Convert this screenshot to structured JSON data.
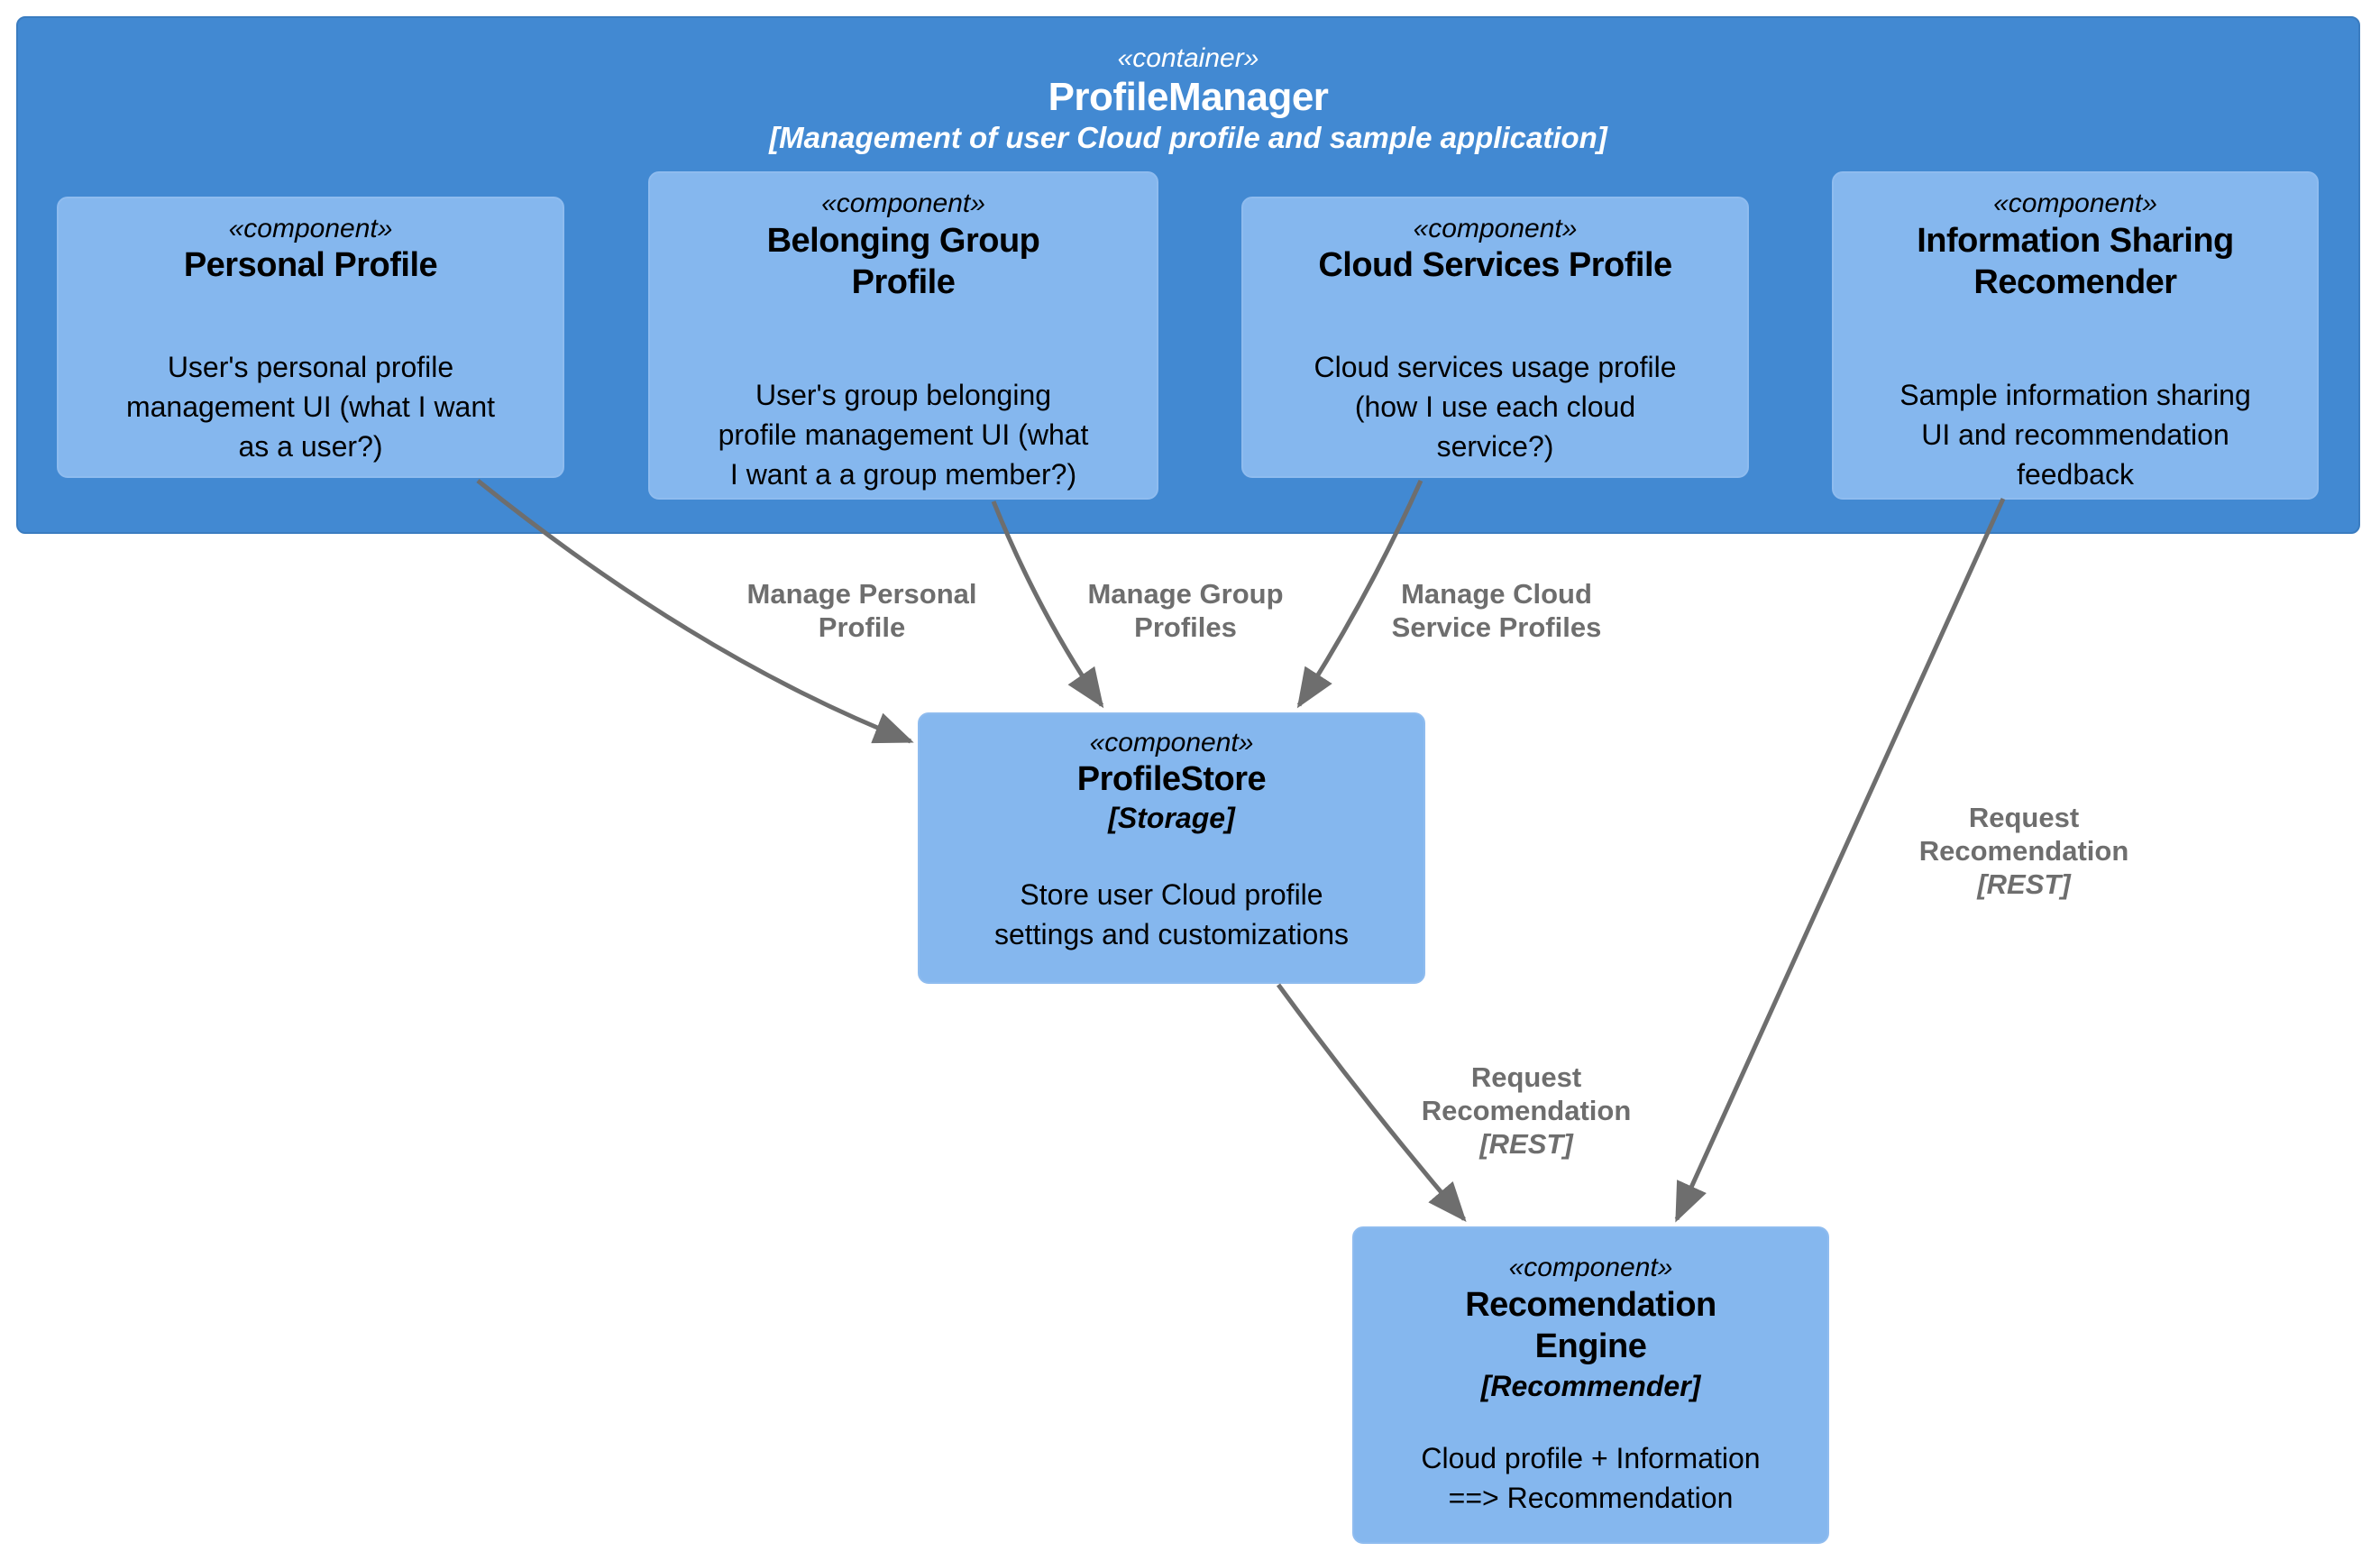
{
  "colors": {
    "container_fill": "#4289d2",
    "container_border": "#3a7cc0",
    "component_fill": "#85b7ee",
    "arrow_gray": "#6e6e6e",
    "component_text": "#000000",
    "container_text": "#ffffff"
  },
  "container": {
    "stereotype": "«container»",
    "title": "ProfileManager",
    "subtitle": "[Management of user Cloud profile and sample application]"
  },
  "components": {
    "personal_profile": {
      "stereotype": "«component»",
      "title_lines": [
        "Personal Profile"
      ],
      "body_lines": [
        "User's personal profile",
        "management UI (what I want",
        "as a user?)"
      ]
    },
    "belonging_group_profile": {
      "stereotype": "«component»",
      "title_lines": [
        "Belonging Group",
        "Profile"
      ],
      "body_lines": [
        "User's group belonging",
        "profile management UI (what",
        "I want a a group member?)"
      ]
    },
    "cloud_services_profile": {
      "stereotype": "«component»",
      "title_lines": [
        "Cloud Services Profile"
      ],
      "body_lines": [
        "Cloud services usage profile",
        "(how I use each cloud",
        "service?)"
      ]
    },
    "information_sharing_recomender": {
      "stereotype": "«component»",
      "title_lines": [
        "Information Sharing",
        "Recomender"
      ],
      "body_lines": [
        "Sample information sharing",
        "UI and recommendation",
        "feedback"
      ]
    },
    "profile_store": {
      "stereotype": "«component»",
      "title_lines": [
        "ProfileStore"
      ],
      "type_label": "[Storage]",
      "body_lines": [
        "Store user Cloud profile",
        "settings and customizations"
      ]
    },
    "recommendation_engine": {
      "stereotype": "«component»",
      "title_lines": [
        "Recomendation",
        "Engine"
      ],
      "type_label": "[Recommender]",
      "body_lines": [
        "Cloud profile + Information",
        "==> Recommendation"
      ]
    }
  },
  "edges": {
    "manage_personal_profile": {
      "label_lines": [
        "Manage Personal",
        "Profile"
      ]
    },
    "manage_group_profiles": {
      "label_lines": [
        "Manage Group",
        "Profiles"
      ]
    },
    "manage_cloud_service_profiles": {
      "label_lines": [
        "Manage Cloud",
        "Service Profiles"
      ]
    },
    "request_recomendation_right": {
      "label_lines": [
        "Request",
        "Recomendation"
      ],
      "tech": "[REST]"
    },
    "request_recomendation_middle": {
      "label_lines": [
        "Request",
        "Recomendation"
      ],
      "tech": "[REST]"
    }
  }
}
